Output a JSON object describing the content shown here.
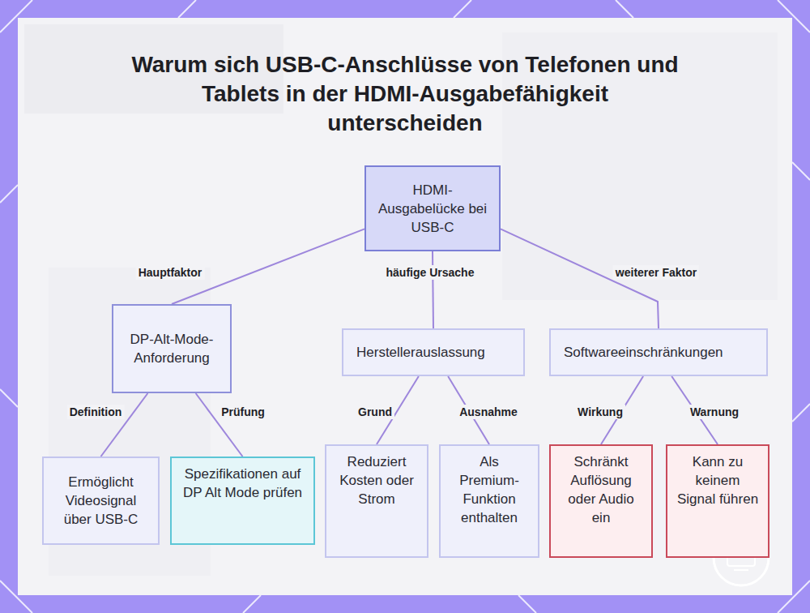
{
  "diagram": {
    "title": "Warum sich USB-C-Anschlüsse von Telefonen und Tablets in der HDMI-Ausgabefähigkeit unterscheiden",
    "nodes": [
      {
        "text": [
          "HDMI-Ausgabelücke bei USB-C"
        ]
      },
      {
        "text": [
          "DP-Alt-Mode-Anforderung"
        ]
      },
      {
        "text": [
          "Herstellerauslassung"
        ]
      },
      {
        "text": [
          "Softwareeinschränkungen"
        ]
      },
      {
        "text": [
          "Ermöglicht Videosignal über USB-C"
        ]
      },
      {
        "text": [
          "Spezifikationen auf DP Alt Mode prüfen"
        ]
      },
      {
        "text": [
          "Reduziert Kosten oder Strom"
        ]
      },
      {
        "text": [
          "Als Premium-Funktion enthalten"
        ]
      },
      {
        "text": [
          "Schränkt Auflösung oder Audio ein"
        ]
      },
      {
        "text": [
          "Kann zu keinem Signal führen"
        ]
      }
    ],
    "edges": [
      {
        "from": 0,
        "to": 1,
        "label": "Hauptfaktor",
        "arrow": "none"
      },
      {
        "from": 0,
        "to": 2,
        "label": "häufige Ursache",
        "arrow": "none"
      },
      {
        "from": 0,
        "to": 3,
        "label": "weiterer Faktor",
        "arrow": "none"
      },
      {
        "from": 1,
        "to": 4,
        "label": "Definition",
        "arrow": "none"
      },
      {
        "from": 1,
        "to": 5,
        "label": "Prüfung",
        "arrow": "none"
      },
      {
        "from": 2,
        "to": 6,
        "label": "Grund",
        "arrow": "none"
      },
      {
        "from": 2,
        "to": 7,
        "label": "Ausnahme",
        "arrow": "none"
      },
      {
        "from": 3,
        "to": 8,
        "label": "Wirkung",
        "arrow": "none"
      },
      {
        "from": 3,
        "to": 9,
        "label": "Warnung",
        "arrow": "none"
      }
    ]
  }
}
